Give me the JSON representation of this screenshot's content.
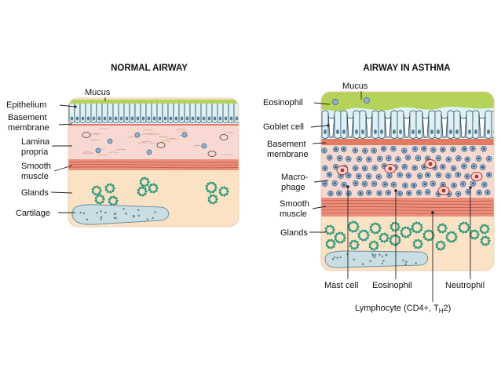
{
  "normal": {
    "title": "NORMAL AIRWAY",
    "labels": {
      "mucus": "Mucus",
      "epithelium": "Epithelium",
      "basement_1": "Basement",
      "basement_2": "membrane",
      "lamina_1": "Lamina",
      "lamina_2": "propria",
      "smooth_1": "Smooth",
      "smooth_2": "muscle",
      "glands": "Glands",
      "cartilage": "Cartilage"
    }
  },
  "asthma": {
    "title": "AIRWAY IN ASTHMA",
    "labels": {
      "mucus": "Mucus",
      "eosinophil_top": "Eosinophil",
      "goblet": "Goblet cell",
      "basement_1": "Basement",
      "basement_2": "membrane",
      "macro_1": "Macro-",
      "macro_2": "phage",
      "smooth_1": "Smooth",
      "smooth_2": "muscle",
      "glands": "Glands",
      "mast": "Mast cell",
      "eosinophil_bottom": "Eosinophil",
      "neutrophil": "Neutrophil",
      "lymph_main": "Lymphocyte (CD4+, T",
      "lymph_sub": "H",
      "lymph_end": "2)"
    }
  },
  "colors": {
    "mucus": "#b5d35a",
    "epithelium": "#dff1f7",
    "epithelium_stroke": "#2e4d5c",
    "basement": "#e27b62",
    "lamina": "#f7d9d2",
    "muscle": "#ea8f7c",
    "submucosa": "#fbe2c5",
    "gland": "#2e9a7a",
    "cartilage": "#c9dde3",
    "cell": "#8fb2d4",
    "red_cell": "#b8322b"
  }
}
